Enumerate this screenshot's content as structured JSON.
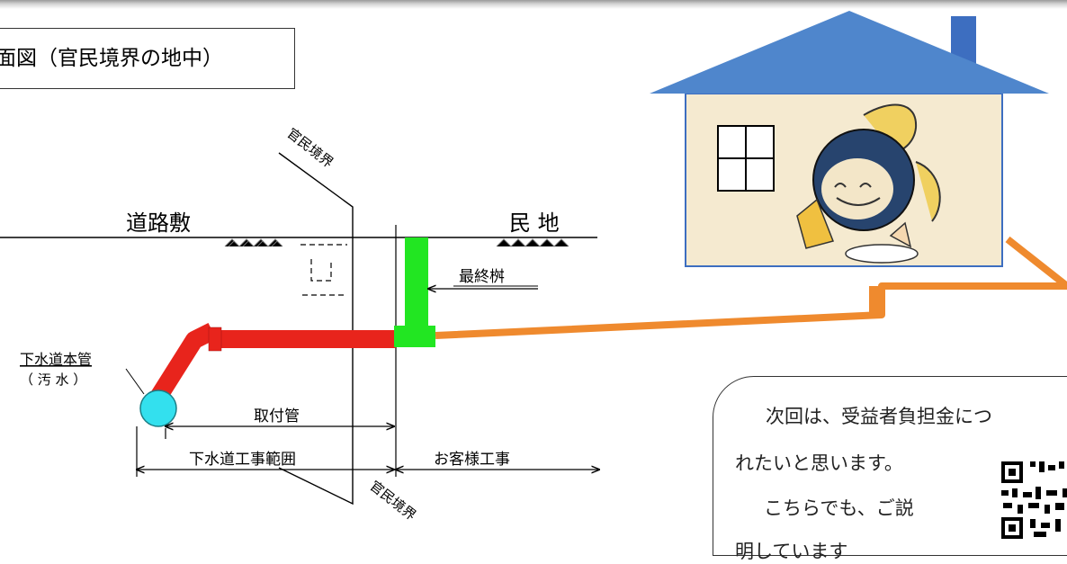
{
  "title": "面図（官民境界の地中）",
  "diagram": {
    "road_label": "道路敷",
    "private_label": "民 地",
    "boundary_top": "官民境界",
    "boundary_bottom": "官民境界",
    "final_basin": "最終桝",
    "main_pipe_line1": "下水道本管",
    "main_pipe_line2": "（ 汚 水 ）",
    "service_pipe": "取付管",
    "sewer_range": "下水道工事範囲",
    "customer_work": "お客様工事"
  },
  "callout": {
    "line1": "次回は、受益者負担金につ",
    "line2": "れたいと思います。",
    "line3": "こちらでも、ご説",
    "line4": "明しています"
  },
  "colors": {
    "house_roof": "#4f86cc",
    "house_wall": "#f5ead0",
    "chimney": "#3d6ec0",
    "pipe_red": "#e8241c",
    "basin_green": "#22e622",
    "drain_orange": "#ef8a2e",
    "main_pipe_cyan": "#33e0ee"
  },
  "icons": {
    "mascot": "manhole-mascot",
    "qr": "qr-code-icon",
    "window": "window-icon"
  }
}
